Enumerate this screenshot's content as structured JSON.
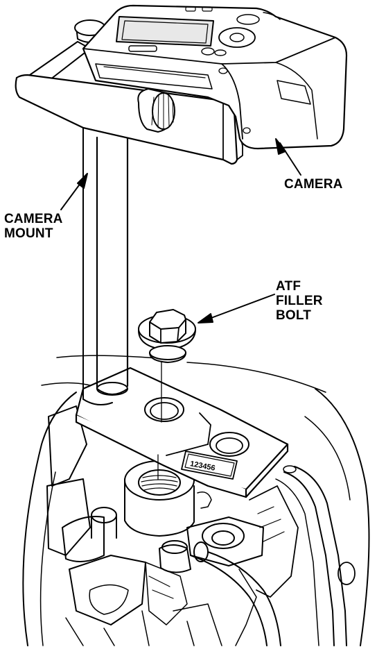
{
  "labels": {
    "camera": [
      "CAMERA"
    ],
    "camera_mount": [
      "CAMERA",
      "MOUNT"
    ],
    "atf_filler_bolt": [
      "ATF",
      "FILLER",
      "BOLT"
    ]
  },
  "serial_plate": "123456",
  "colors": {
    "line": "#000000",
    "background": "#ffffff",
    "screen": "#e8e8e8"
  }
}
